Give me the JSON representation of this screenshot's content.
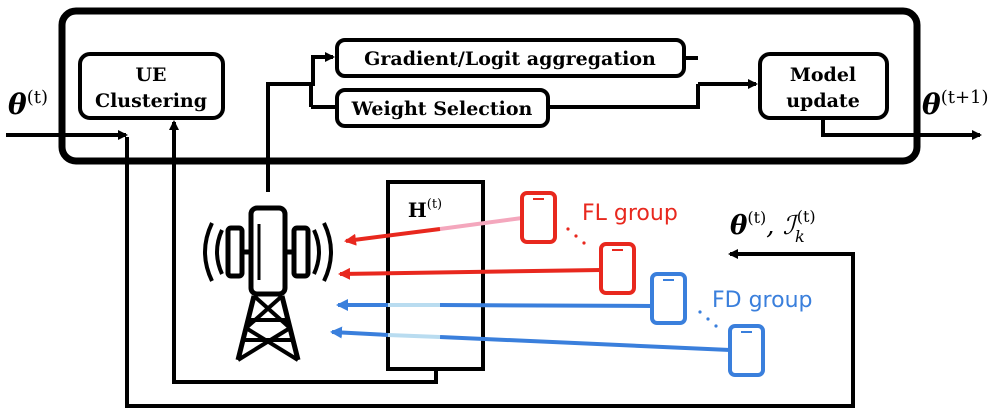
{
  "blocks": {
    "ue_clustering": [
      "UE",
      "Clustering"
    ],
    "gradient_aggregation": "Gradient/Logit aggregation",
    "weight_selection": "Weight Selection",
    "model_update": [
      "Model",
      "update"
    ],
    "channel_matrix": {
      "symbol": "H",
      "superscript": "(t)"
    }
  },
  "signals": {
    "input": {
      "symbol": "θ",
      "superscript": "(t)"
    },
    "output": {
      "symbol": "θ",
      "superscript": "(t+1)"
    },
    "feedback": {
      "symbol": "θ",
      "superscript": "(t)",
      "separator": ", ",
      "symbol2": "ℐ",
      "subscript2": "k",
      "superscript2": "(t)"
    }
  },
  "groups": {
    "fl": {
      "label": "FL group",
      "color": "#e8281e"
    },
    "fd": {
      "label": "FD group",
      "color": "#3a7fdc"
    }
  },
  "colors": {
    "line": "#000000",
    "fl_light": "#f4a7bd",
    "fd_light": "#b9dcf0"
  },
  "icons": [
    "base-station-tower-icon",
    "smartphone-icon"
  ]
}
